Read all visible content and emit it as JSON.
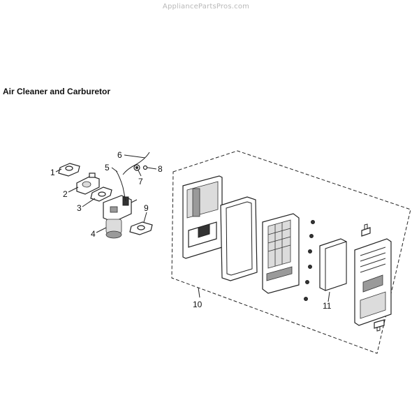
{
  "watermark": "AppliancePartsPros.com",
  "title": "Air Cleaner and Carburetor",
  "callouts": {
    "c1": "1",
    "c2": "2",
    "c3": "3",
    "c4": "4",
    "c5": "5",
    "c6": "6",
    "c7": "7",
    "c8": "8",
    "c9": "9",
    "c10": "10",
    "c11": "11"
  }
}
